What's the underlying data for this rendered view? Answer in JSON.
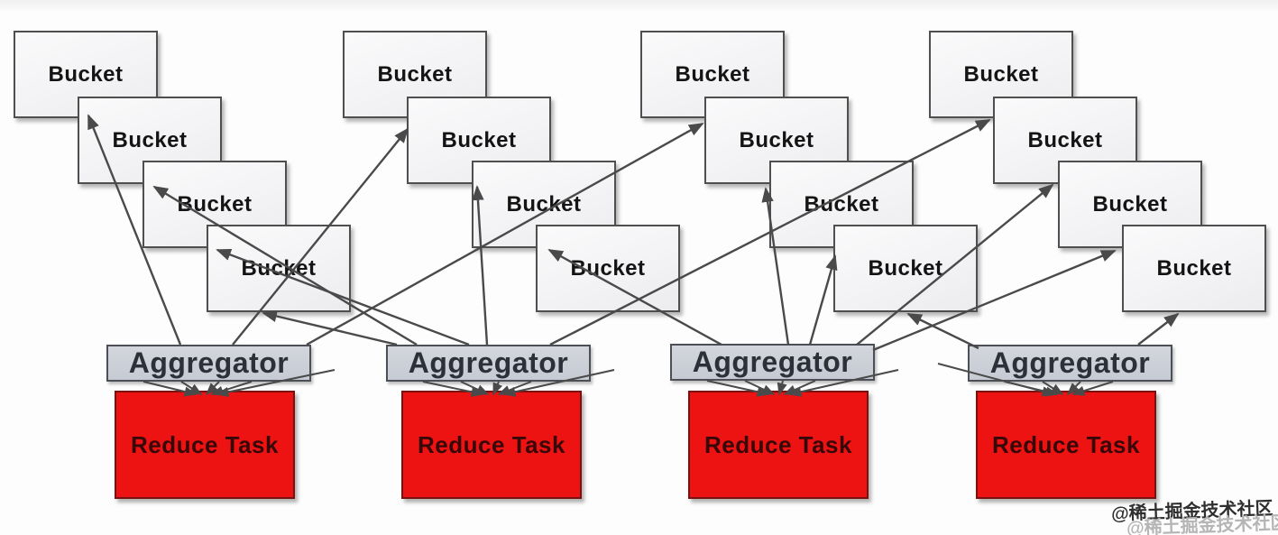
{
  "labels": {
    "bucket": "Bucket",
    "aggregator": "Aggregator",
    "reduce_task": "Reduce Task"
  },
  "structure": {
    "bucket_groups": 4,
    "buckets_per_group": 4,
    "aggregator_count": 4,
    "reduce_task_count": 4,
    "description": "Shuffle: aggregators fetch buckets from each map-side group and feed reduce tasks"
  },
  "watermark": {
    "primary": "@稀土掘金技术社区",
    "secondary": "@稀土掘金技术社区"
  },
  "colors": {
    "bucket_fill": "#f4f4f6",
    "bucket_border": "#4f4f4f",
    "aggregator_fill": "#c6cad3",
    "aggregator_border": "#4d4f56",
    "aggregator_text": "#2c3038",
    "reduce_fill": "#ed1313",
    "reduce_border": "#7a1111",
    "reduce_text": "#380707",
    "arrow": "#4a4a4a",
    "watermark_dark": "#2f2f2f",
    "watermark_light": "#b5b5b5"
  }
}
